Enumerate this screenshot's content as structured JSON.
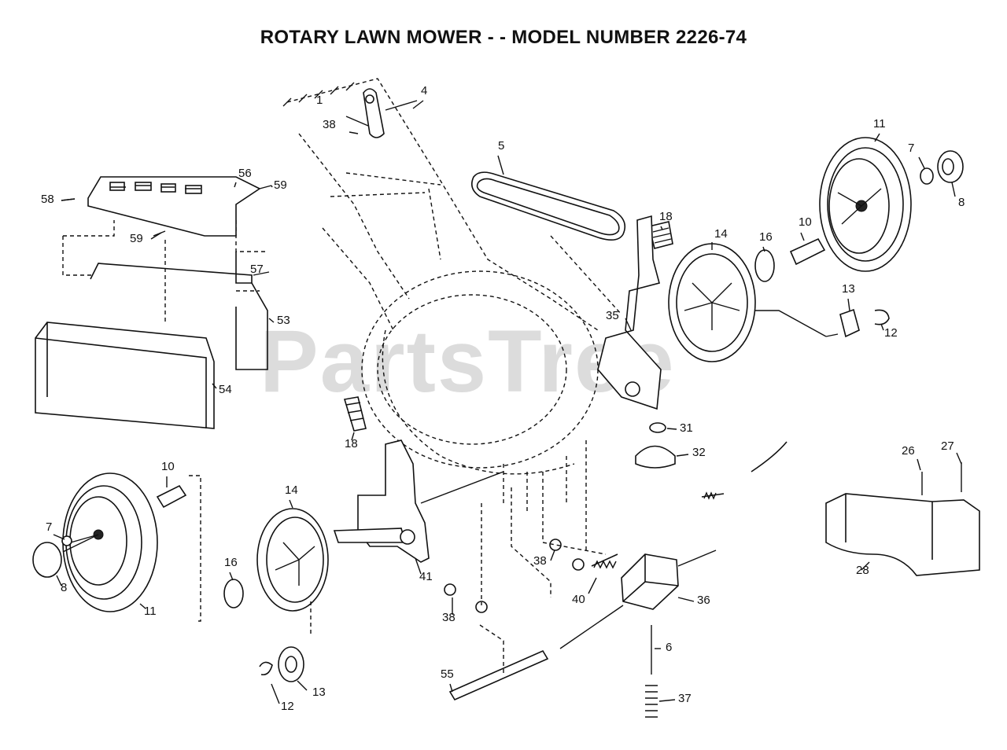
{
  "title": "ROTARY LAWN MOWER - -  MODEL NUMBER 2226-74",
  "watermark": "PartsTree",
  "watermark_mark": "™",
  "parts": [
    {
      "id": "p1",
      "label": "1"
    },
    {
      "id": "p4",
      "label": "4"
    },
    {
      "id": "p38a",
      "label": "38"
    },
    {
      "id": "p5",
      "label": "5"
    },
    {
      "id": "p11a",
      "label": "11"
    },
    {
      "id": "p7a",
      "label": "7"
    },
    {
      "id": "p8a",
      "label": "8"
    },
    {
      "id": "p56",
      "label": "56"
    },
    {
      "id": "p58",
      "label": "58"
    },
    {
      "id": "p59a",
      "label": "59"
    },
    {
      "id": "p59b",
      "label": "59"
    },
    {
      "id": "p18a",
      "label": "18"
    },
    {
      "id": "p14a",
      "label": "14"
    },
    {
      "id": "p16a",
      "label": "16"
    },
    {
      "id": "p10a",
      "label": "10"
    },
    {
      "id": "p57",
      "label": "57"
    },
    {
      "id": "p53",
      "label": "53"
    },
    {
      "id": "p35",
      "label": "35"
    },
    {
      "id": "p13a",
      "label": "13"
    },
    {
      "id": "p12a",
      "label": "12"
    },
    {
      "id": "p54",
      "label": "54"
    },
    {
      "id": "p31",
      "label": "31"
    },
    {
      "id": "p18b",
      "label": "18"
    },
    {
      "id": "p32",
      "label": "32"
    },
    {
      "id": "p10b",
      "label": "10"
    },
    {
      "id": "p14b",
      "label": "14"
    },
    {
      "id": "p26",
      "label": "26"
    },
    {
      "id": "p27",
      "label": "27"
    },
    {
      "id": "p7b",
      "label": "7"
    },
    {
      "id": "p41",
      "label": "41"
    },
    {
      "id": "p38b",
      "label": "38"
    },
    {
      "id": "p28",
      "label": "28"
    },
    {
      "id": "p8b",
      "label": "8"
    },
    {
      "id": "p16b",
      "label": "16"
    },
    {
      "id": "p11b",
      "label": "11"
    },
    {
      "id": "p40",
      "label": "40"
    },
    {
      "id": "p36",
      "label": "36"
    },
    {
      "id": "p38c",
      "label": "38"
    },
    {
      "id": "p6",
      "label": "6"
    },
    {
      "id": "p13b",
      "label": "13"
    },
    {
      "id": "p12b",
      "label": "12"
    },
    {
      "id": "p55",
      "label": "55"
    },
    {
      "id": "p37",
      "label": "37"
    }
  ]
}
